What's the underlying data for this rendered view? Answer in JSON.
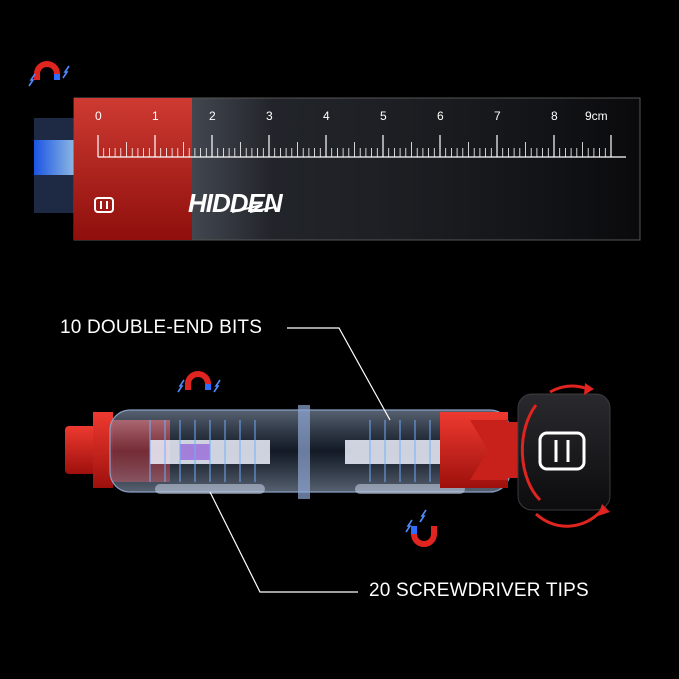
{
  "ruler": {
    "ticks": [
      "0",
      "1",
      "2",
      "3",
      "4",
      "5",
      "6",
      "7",
      "8",
      "9cm"
    ]
  },
  "brand": {
    "logo_text": "HIDDEN"
  },
  "callouts": {
    "bits_label": "10 DOUBLE-END BITS",
    "tips_label": "20 SCREWDRIVER TIPS"
  },
  "colors": {
    "background": "#000000",
    "accent_red": "#e0241f",
    "magnet_blue": "#2f6dff",
    "ruler_line": "#ffffff"
  },
  "icons": [
    "magnet-icon",
    "rotation-arrow-icon"
  ]
}
